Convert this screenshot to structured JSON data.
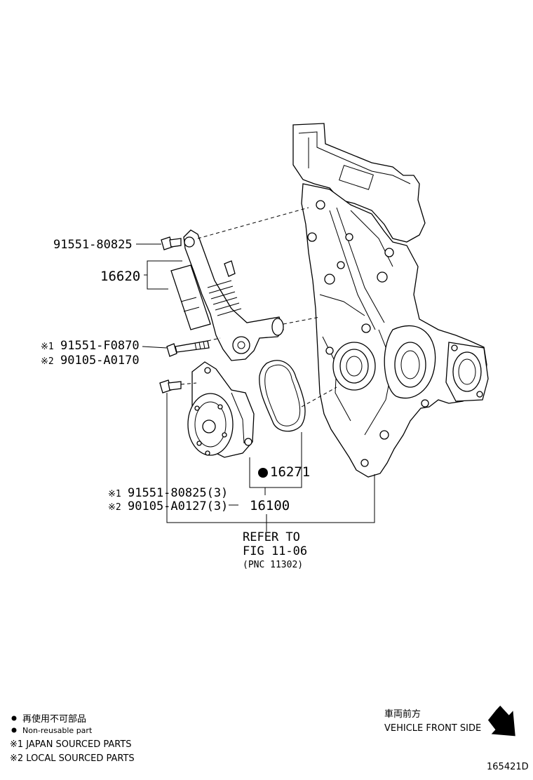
{
  "callouts": {
    "bolt_tensioner": "91551-80825",
    "tensioner": "16620",
    "bolt_1_mark": "※1",
    "bolt_1": "91551-F0870",
    "bolt_2_mark": "※2",
    "bolt_2": "90105-A0170",
    "gasket": "16271",
    "pump_bolt_1_mark": "※1",
    "pump_bolt_1": "91551-80825(3)",
    "pump_bolt_2_mark": "※2",
    "pump_bolt_2": "90105-A0127(3)",
    "water_pump": "16100"
  },
  "reference": {
    "line1": "REFER TO",
    "line2": "FIG 11-06",
    "line3": "(PNC 11302)"
  },
  "legend": {
    "nonreuse_jp": "再使用不可部品",
    "nonreuse_en": "Non-reusable part",
    "japan": "※1 JAPAN SOURCED PARTS",
    "local": "※2 LOCAL SOURCED PARTS"
  },
  "direction": {
    "jp": "車両前方",
    "en": "VEHICLE FRONT SIDE"
  },
  "figure_id": "165421D",
  "icons": [
    "non-reusable-dot-icon",
    "vehicle-front-arrow-icon"
  ]
}
